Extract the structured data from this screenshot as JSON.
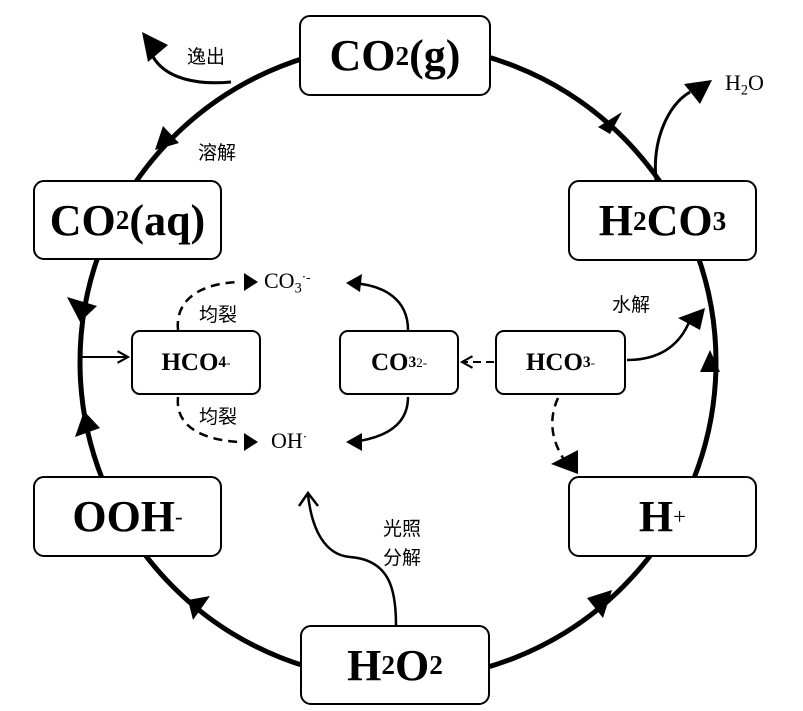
{
  "diagram": {
    "title": "Carbonate / peroxide reaction cycle",
    "outer_cycle": [
      {
        "id": "co2g",
        "label": "CO",
        "sub": "2",
        "suffix": "(g)"
      },
      {
        "id": "h2co3",
        "pre": "H",
        "sub1": "2",
        "mid": "CO",
        "sub2": "3"
      },
      {
        "id": "hplus",
        "label": "H",
        "sup": "+"
      },
      {
        "id": "h2o2",
        "pre": "H",
        "sub1": "2",
        "mid": "O",
        "sub2": "2"
      },
      {
        "id": "ooh",
        "label": "OOH",
        "sup": "-"
      },
      {
        "id": "co2aq",
        "label": "CO",
        "sub": "2",
        "suffix": "(aq)"
      }
    ],
    "inner_nodes": {
      "hco4": {
        "label": "HCO",
        "sub": "4",
        "sup": "-"
      },
      "co3": {
        "label": "CO",
        "sub": "3",
        "sup": "2-"
      },
      "hco3": {
        "label": "HCO",
        "sub": "3",
        "sup": "-"
      }
    },
    "radicals": {
      "co3_radical": {
        "label": "CO",
        "sub": "3",
        "sup": "·-"
      },
      "oh_radical": {
        "label": "OH",
        "sup": "·"
      }
    },
    "products": {
      "h2o": {
        "pre": "H",
        "sub": "2",
        "post": "O"
      }
    },
    "edge_labels": {
      "escape": "逸出",
      "dissolve": "溶解",
      "hydrolysis": "水解",
      "homolysis_top": "均裂",
      "homolysis_bottom": "均裂",
      "photolysis_line1": "光照",
      "photolysis_line2": "分解"
    },
    "colors": {
      "stroke": "#000000",
      "background": "#ffffff"
    }
  }
}
